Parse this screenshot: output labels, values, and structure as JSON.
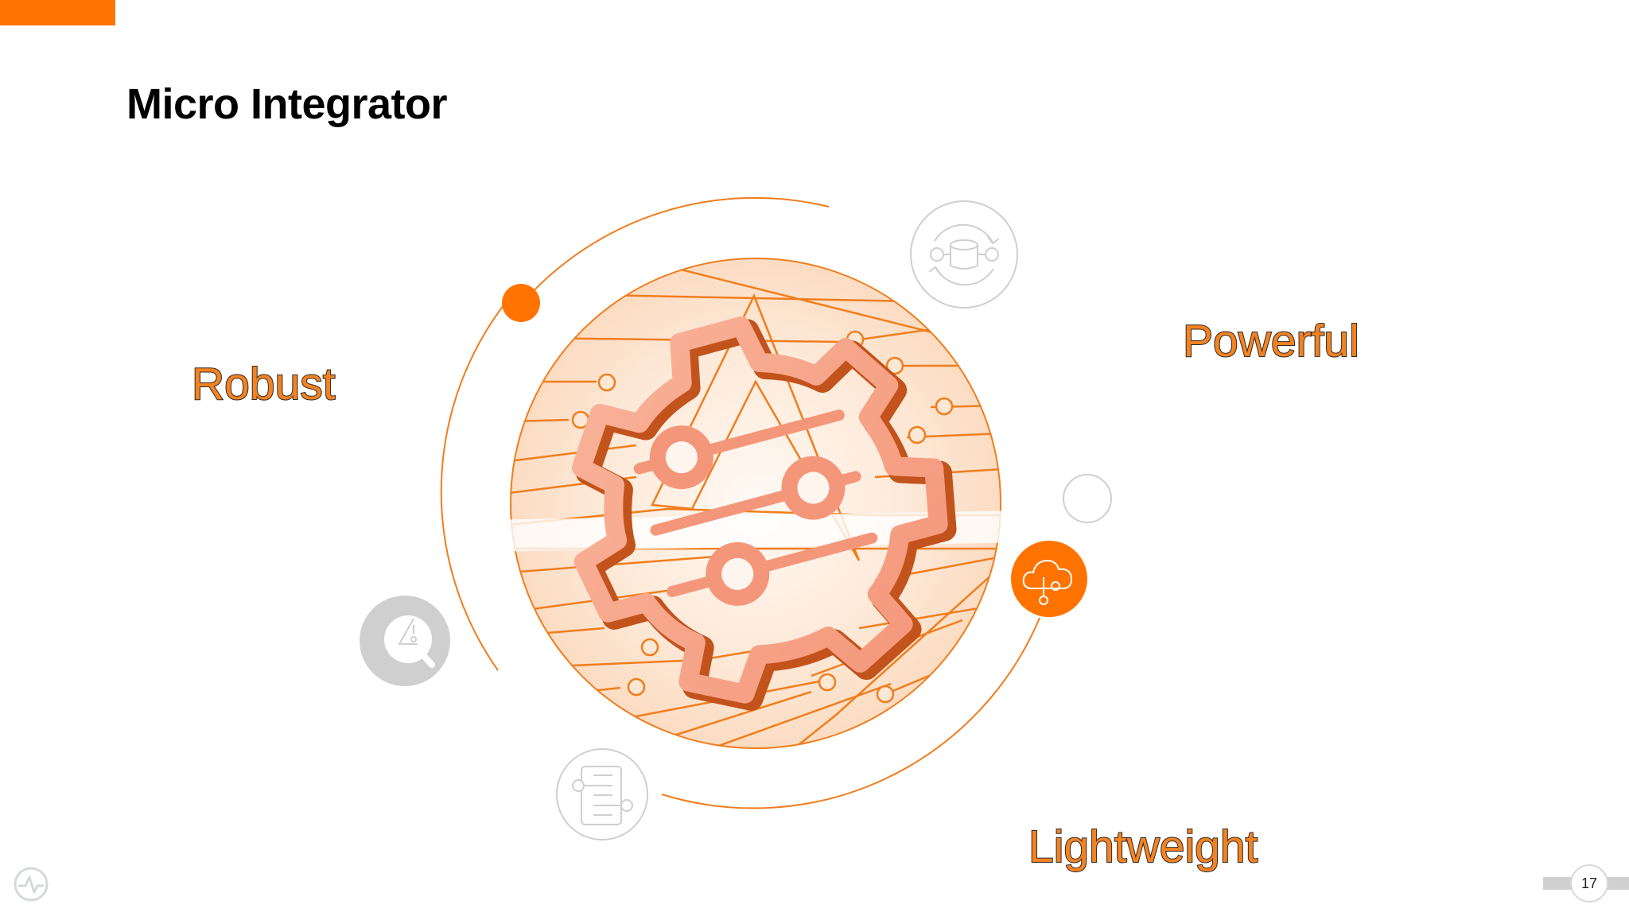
{
  "slide": {
    "title": "Micro Integrator",
    "page_number": "17",
    "accent_color": "#ff7300",
    "labels": {
      "robust": "Robust",
      "powerful": "Powerful",
      "lightweight": "Lightweight"
    },
    "label_fill_color": "#f58220",
    "label_stroke_color": "#2b2b2b"
  },
  "illustration": {
    "center_graphic": "gear-circuit-icon",
    "orbit_icons": [
      {
        "name": "database-sync-icon",
        "style": "outline-gray"
      },
      {
        "name": "empty-circle",
        "style": "outline-gray"
      },
      {
        "name": "cloud-connection-icon",
        "style": "filled-orange"
      },
      {
        "name": "document-connector-icon",
        "style": "outline-gray"
      },
      {
        "name": "alert-search-icon",
        "style": "filled-gray"
      },
      {
        "name": "orbit-dot",
        "style": "filled-orange"
      }
    ]
  },
  "footer": {
    "logo": "pulse-logo-icon"
  }
}
